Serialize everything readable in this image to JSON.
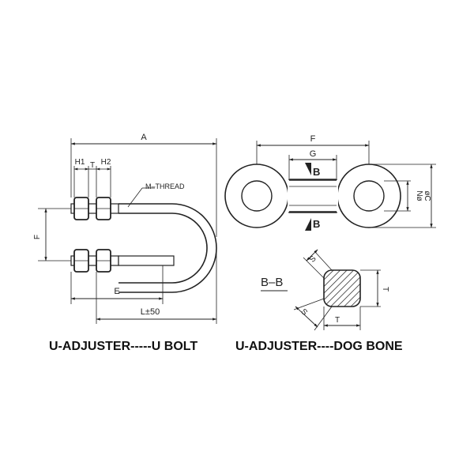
{
  "u_bolt": {
    "dim_a": "A",
    "dim_h1": "H1",
    "dim_t": "T",
    "dim_h2": "H2",
    "dim_m_thread": "M–THREAD",
    "dim_f": "F",
    "dim_e": "E",
    "dim_l": "L±50",
    "caption": "U-ADJUSTER-----U BOLT"
  },
  "dog_bone": {
    "dim_f": "F",
    "dim_g": "G",
    "section_mark_top": "B",
    "section_mark_bottom": "B",
    "dim_n": "Nø",
    "dim_c": "øC",
    "caption": "U-ADJUSTER----DOG BONE"
  },
  "section": {
    "title": "B–B",
    "dim_s_top": "S",
    "dim_s_bottom": "S",
    "dim_t_right": "T",
    "dim_t_bottom": "T"
  }
}
